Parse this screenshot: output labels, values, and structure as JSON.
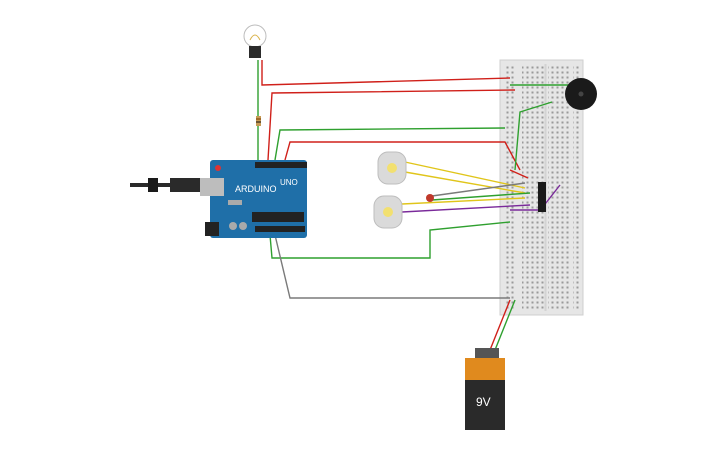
{
  "components": {
    "arduino": {
      "brand_mark": "UNO",
      "board_text": "ARDUINO",
      "accent": "#1f6fa8"
    },
    "battery": {
      "label": "9V",
      "top_color": "#e08a1e",
      "body_color": "#2a2a2a"
    },
    "breadboard": {
      "color": "#e6e6e6"
    },
    "lamp": {
      "name": "light-bulb"
    },
    "buzzer": {
      "name": "piezo-buzzer"
    },
    "motors": [
      "dc-motor",
      "dc-motor"
    ],
    "led": {
      "color": "#c0392b"
    },
    "ic": {
      "name": "motor-driver-ic"
    }
  },
  "wire_colors": {
    "red": "#d0201a",
    "green": "#2fa02f",
    "yellow": "#e0c51a",
    "purple": "#7a2a9a",
    "gray": "#7a7a7a"
  }
}
